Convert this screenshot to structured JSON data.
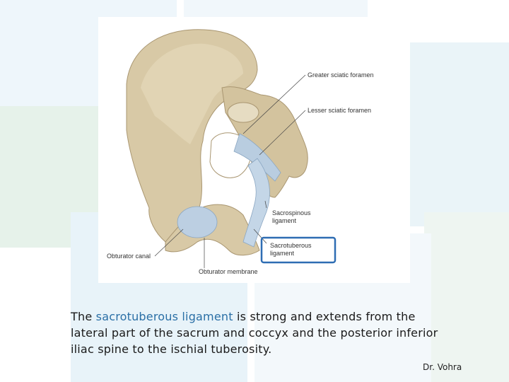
{
  "figure": {
    "labels": {
      "greater_sciatic_foramen": "Greater sciatic foramen",
      "lesser_sciatic_foramen": "Lesser sciatic foramen",
      "sacrospinous_line1": "Sacrospinous",
      "sacrospinous_line2": "ligament",
      "sacrotuberous_line1": "Sacrotuberous",
      "sacrotuberous_line2": "ligament",
      "obturator_canal": "Obturator canal",
      "obturator_membrane": "Obturator membrane"
    },
    "colors": {
      "bone": "#d8c9a6",
      "bone_shadow": "#b8a57f",
      "ligament": "#b9cde0",
      "highlight_box": "#2e6db3"
    }
  },
  "caption": {
    "before": "The ",
    "highlight": "sacrotuberous ligament",
    "after": " is strong and extends from the lateral part of the sacrum and coccyx and the posterior inferior iliac spine to the ischial tuberosity."
  },
  "credit": "Dr. Vohra"
}
